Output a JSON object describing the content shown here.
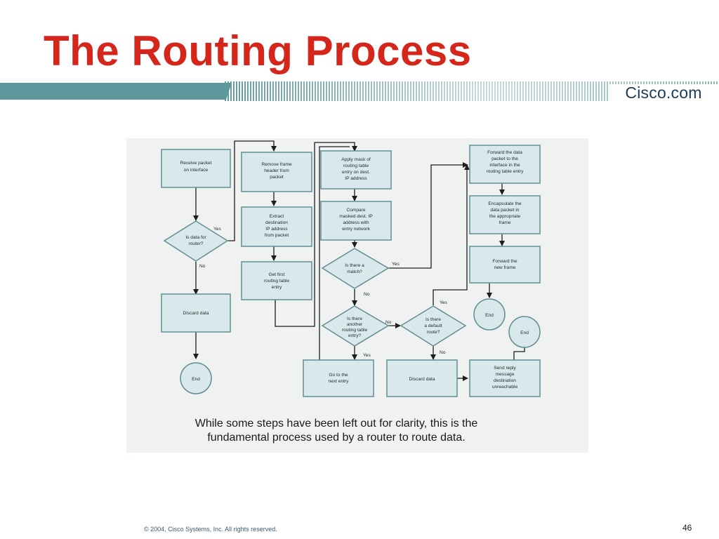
{
  "slide": {
    "title": "The Routing Process",
    "logo_text": "Cisco.com",
    "caption_line1": "While some steps have been left out for clarity, this is the",
    "caption_line2": "fundamental process used by a router to route data.",
    "copyright": "© 2004, Cisco Systems, Inc. All rights reserved.",
    "page_number": "46"
  },
  "colors": {
    "title": "#d4261a",
    "banner_teal": "#5e979b",
    "node_fill": "#d9e8ea",
    "node_stroke": "#5f8f94",
    "edge": "#1d1d1d"
  },
  "flowchart": {
    "nodes": {
      "receive": {
        "lines": [
          "Receive packet",
          "on interface"
        ]
      },
      "is_data_for_router": {
        "lines": [
          "Is data for",
          "router?"
        ]
      },
      "discard_1": {
        "lines": [
          "Discard data"
        ]
      },
      "end_1": {
        "lines": [
          "End"
        ]
      },
      "remove_frame": {
        "lines": [
          "Remove frame",
          "header from",
          "packet"
        ]
      },
      "extract_ip": {
        "lines": [
          "Extract",
          "destination",
          "IP address",
          "from packet"
        ]
      },
      "get_first_entry": {
        "lines": [
          "Get first",
          "routing table",
          "entry"
        ]
      },
      "apply_mask": {
        "lines": [
          "Apply mask of",
          "routing table",
          "entry on dest.",
          "IP address"
        ]
      },
      "compare": {
        "lines": [
          "Compare",
          "masked dest. IP",
          "address with",
          "entry network"
        ]
      },
      "is_match": {
        "lines": [
          "Is there a",
          "match?"
        ]
      },
      "another_entry": {
        "lines": [
          "Is there",
          "another",
          "routing table",
          "entry?"
        ]
      },
      "next_entry": {
        "lines": [
          "Go to the",
          "next entry"
        ]
      },
      "default_route": {
        "lines": [
          "Is there",
          "a default",
          "route?"
        ]
      },
      "discard_2": {
        "lines": [
          "Discard data"
        ]
      },
      "forward_packet": {
        "lines": [
          "Forward the data",
          "packet to the",
          "interface in the",
          "routing table entry"
        ]
      },
      "encapsulate": {
        "lines": [
          "Encapsulate the",
          "data packet in",
          "the appropriate",
          "frame"
        ]
      },
      "forward_frame": {
        "lines": [
          "Forward the",
          "new frame"
        ]
      },
      "end_2": {
        "lines": [
          "End"
        ]
      },
      "send_reply": {
        "lines": [
          "Send reply",
          "message",
          "destination",
          "unreachable"
        ]
      },
      "end_3": {
        "lines": [
          "End"
        ]
      }
    },
    "edge_labels": {
      "data_yes": "Yes",
      "data_no": "No",
      "match_yes": "Yes",
      "match_no": "No",
      "another_no": "No",
      "another_yes": "Yes",
      "default_yes": "Yes",
      "default_no": "No"
    }
  }
}
